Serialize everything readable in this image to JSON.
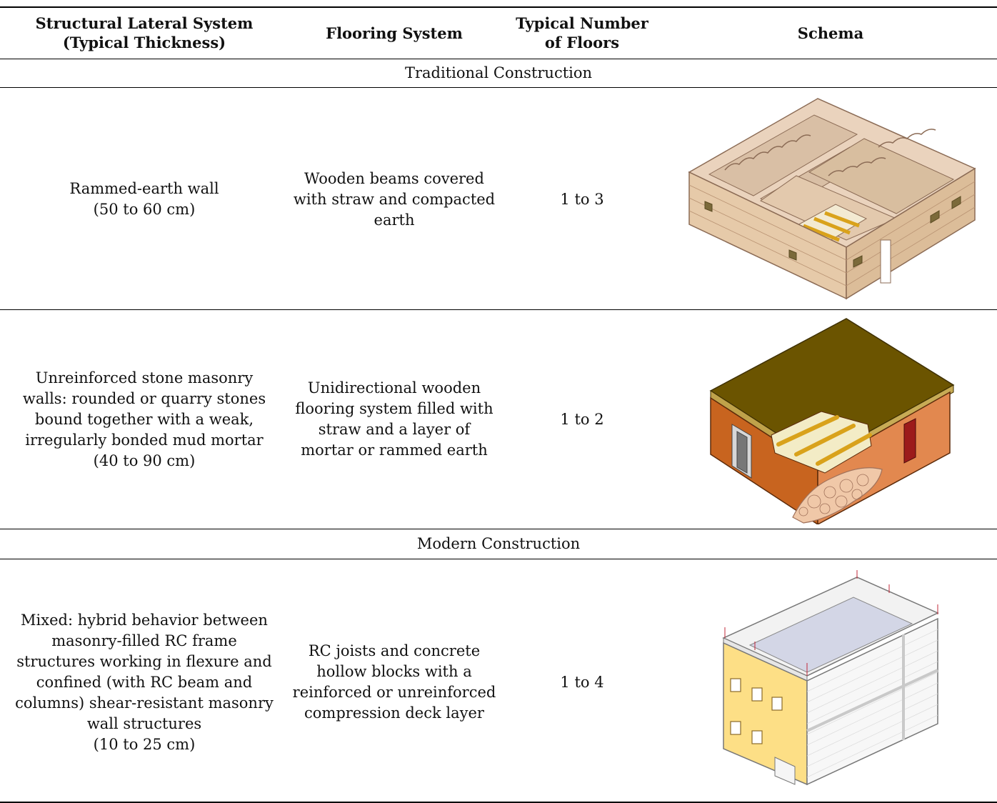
{
  "header": {
    "col1": "Structural Lateral System\n(Typical Thickness)",
    "col2": "Flooring System",
    "col3": "Typical Number\nof Floors",
    "col4": "Schema"
  },
  "sections": {
    "traditional": "Traditional Construction",
    "modern": "Modern Construction"
  },
  "rows": [
    {
      "system": "Rammed-earth wall\n(50 to 60 cm)",
      "flooring": "Wooden beams covered\nwith straw and compacted\nearth",
      "floors": "1 to 3"
    },
    {
      "system": "Unreinforced stone masonry\nwalls: rounded or quarry stones\nbound together with a weak,\nirregularly bonded mud mortar\n(40 to 90 cm)",
      "flooring": "Unidirectional wooden\nflooring system filled with\nstraw and a layer of\nmortar or rammed earth",
      "floors": "1 to 2"
    },
    {
      "system": "Mixed: hybrid behavior between\nmasonry-filled RC frame\nstructures working in flexure and\nconfined (with RC beam and\ncolumns) shear-resistant masonry\nwall structures\n(10 to 25 cm)",
      "flooring": "RC joists and concrete\nhollow blocks with a\nreinforced or unreinforced\ncompression deck layer",
      "floors": "1 to 4"
    }
  ]
}
